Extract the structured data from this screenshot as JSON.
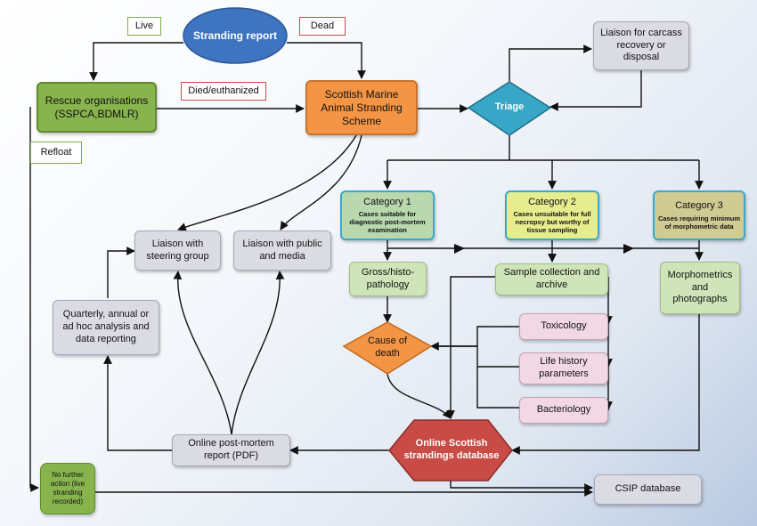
{
  "nodes": {
    "stranding_report": "Stranding report",
    "live": "Live",
    "dead": "Dead",
    "rescue": "Rescue organisations (SSPCA,BDMLR)",
    "died": "Died/euthanized",
    "smass": "Scottish Marine Animal Stranding Scheme",
    "triage": "Triage",
    "liaison_carcass": "Liaison for carcass recovery or disposal",
    "refloat": "Refloat",
    "cat1": {
      "title": "Category 1",
      "desc": "Cases suitable for diagnostic post-mortem examination"
    },
    "cat2": {
      "title": "Category 2",
      "desc": "Cases unsuitable for full necropsy but worthy of tissue sampling"
    },
    "cat3": {
      "title": "Category 3",
      "desc": "Cases requiring minimum of morphometric data"
    },
    "liaison_steering": "Liaison with steering group",
    "liaison_public": "Liaison with public and media",
    "gross": "Gross/histo-pathology",
    "sample": "Sample collection and archive",
    "morpho": "Morphometrics and photographs",
    "quarterly": "Quarterly, annual or ad hoc analysis and data reporting",
    "cause": "Cause of death",
    "toxicology": "Toxicology",
    "life_history": "Life history parameters",
    "bacteriology": "Bacteriology",
    "online_pm": "Online post-mortem report (PDF)",
    "online_db": "Online Scottish strandings database",
    "no_further": "No further action (live stranding recorded)",
    "csip": "CSIP database"
  },
  "colors": {
    "stranding_report": "#3e74c0",
    "rescue": "#87b44d",
    "smass": "#f39545",
    "triage": "#38a6c6",
    "cat1": "#b9d8ae",
    "cat2": "#e6ed8e",
    "cat3": "#d0cb92",
    "grey_box": "#dbdbe4",
    "green_box": "#cfe5b9",
    "pink_box": "#f1d8e4",
    "online_db": "#c84b45",
    "cause": "#f39545",
    "live_border": "#7bb04a",
    "dead_border": "#c0504d"
  }
}
